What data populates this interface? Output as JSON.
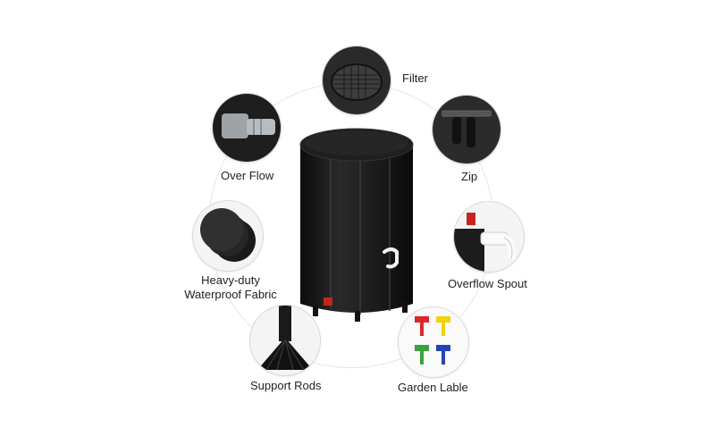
{
  "features": {
    "filter": "Filter",
    "zip": "Zip",
    "over_flow": "Over Flow",
    "overflow_spout": "Overflow Spout",
    "fabric_line1": "Heavy-duty",
    "fabric_line2": "Waterproof Fabric",
    "support_rods": "Support Rods",
    "garden_lable": "Garden Lable"
  },
  "colors": {
    "barrel": "#1c1c1c",
    "tag_red": "#e0242a",
    "tag_yellow": "#f2d20f",
    "tag_green": "#3aa33c",
    "tag_blue": "#2741b8",
    "valve_red": "#c4261d"
  }
}
